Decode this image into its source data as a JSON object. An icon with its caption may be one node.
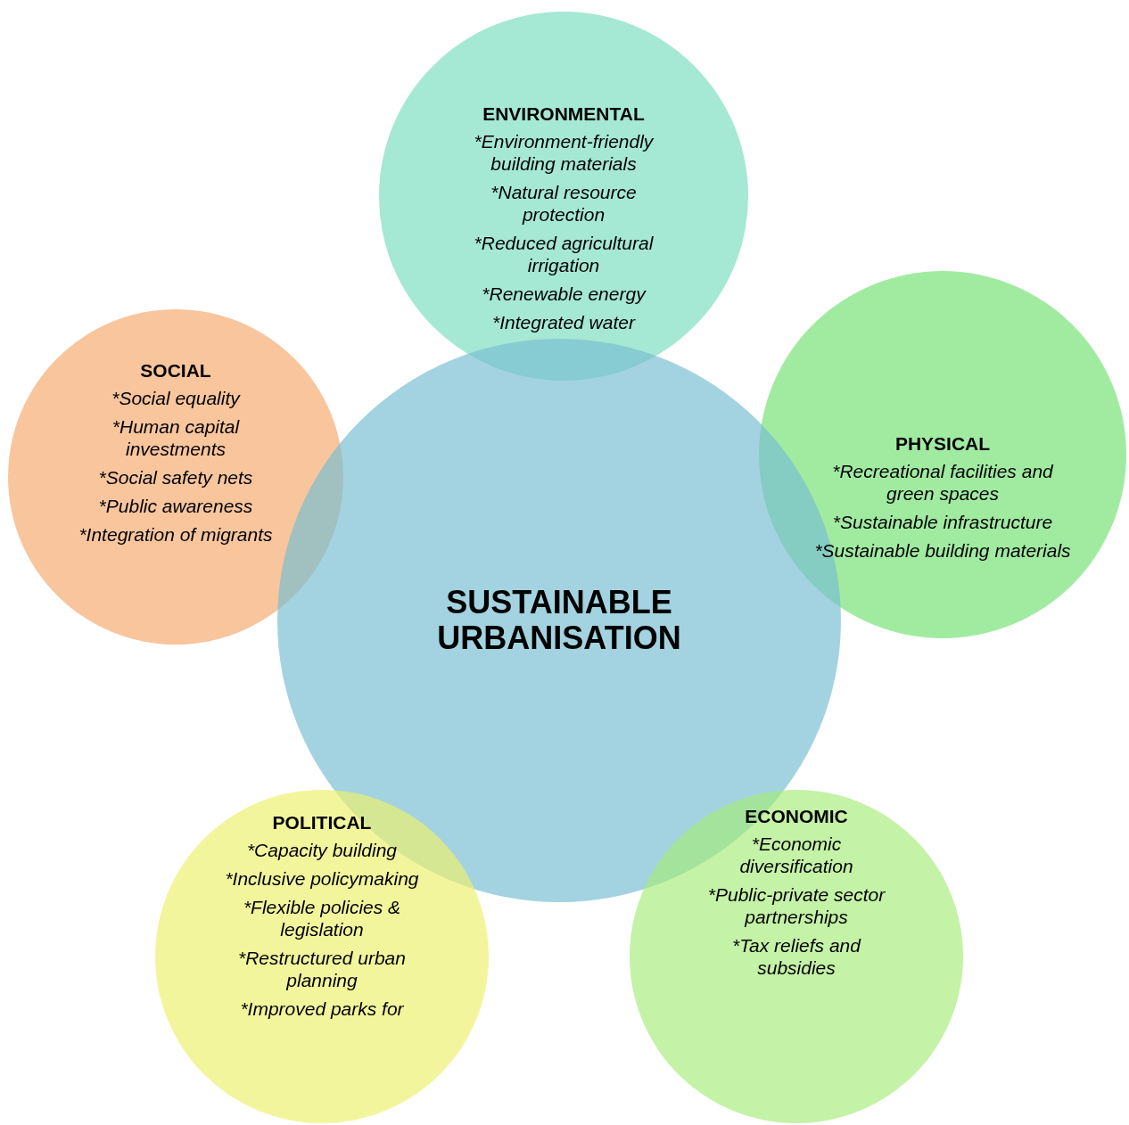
{
  "diagram": {
    "nodes": [
      {
        "text": [
          "ENVIRONMENTAL",
          "*Environment-friendly building materials",
          "*Natural resource protection",
          "*Reduced agricultural irrigation",
          "*Renewable energy",
          "*Integrated water"
        ]
      },
      {
        "text": [
          "SOCIAL",
          "*Social equality",
          "*Human capital investments",
          "*Social safety nets",
          "*Public awareness",
          "*Integration of migrants"
        ]
      },
      {
        "text": [
          "PHYSICAL",
          "*Recreational facilities and green spaces",
          "*Sustainable infrastructure",
          "*Sustainable building materials"
        ]
      },
      {
        "text": [
          "SUSTAINABLE URBANISATION"
        ]
      },
      {
        "text": [
          "POLITICAL",
          "*Capacity building",
          "*Inclusive policymaking",
          "*Flexible policies & legislation",
          "*Restructured urban planning",
          "*Improved parks for"
        ]
      },
      {
        "text": [
          "ECONOMIC",
          "*Economic diversification",
          "*Public-private sector partnerships",
          "*Tax reliefs and subsidies"
        ]
      }
    ]
  }
}
